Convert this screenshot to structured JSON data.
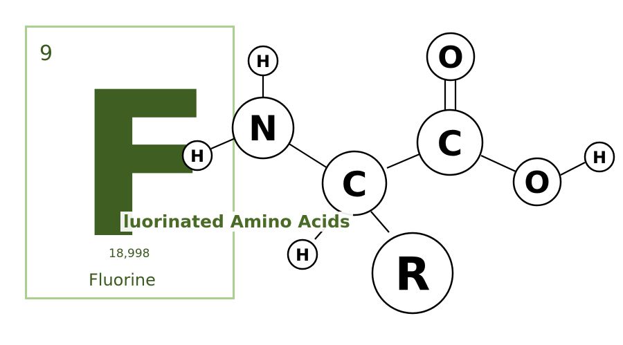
{
  "element_card": {
    "atomic_number": "9",
    "symbol": "F",
    "atomic_mass": "18,998",
    "name": "Fluorine"
  },
  "banner_text": "luorinated Amino Acids",
  "molecule": {
    "atoms": {
      "h_top": "H",
      "h_left": "H",
      "nitrogen": "N",
      "alpha_carbon": "C",
      "h_bottom": "H",
      "r_group": "R",
      "carbonyl_carbon": "C",
      "carbonyl_oxygen": "O",
      "hydroxyl_oxygen": "O",
      "hydroxyl_h": "H"
    }
  },
  "colors": {
    "box_border": "#a9d08e",
    "symbol": "#3f5e22",
    "text": "#3b5a1f",
    "banner": "#4a6b26"
  }
}
